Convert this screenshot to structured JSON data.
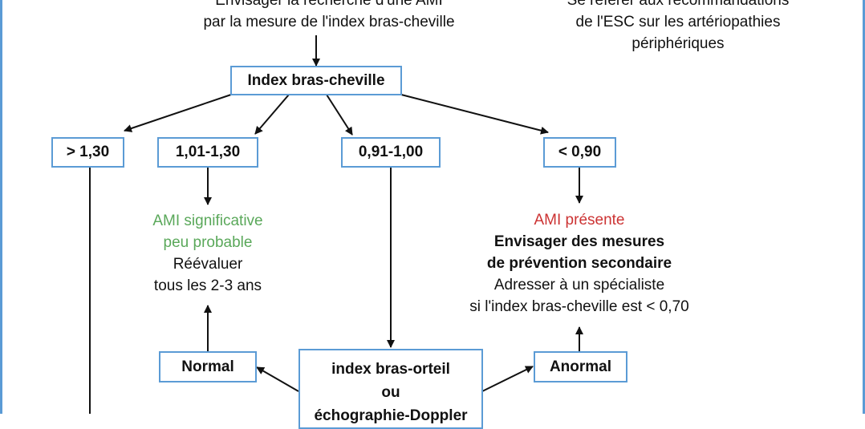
{
  "top_left_text": {
    "line1": "Envisager la recherche d'une AMI",
    "line2": "par la mesure de l'index bras-cheville"
  },
  "top_right_text": {
    "line1": "Se référer aux recommandations",
    "line2": "de l'ESC sur les artériopathies",
    "line3": "périphériques"
  },
  "root_node": "Index bras-cheville",
  "branches": {
    "b1": "> 1,30",
    "b2": "1,01-1,30",
    "b3": "0,91-1,00",
    "b4": "< 0,90"
  },
  "outcome_b2": {
    "line1": "AMI significative",
    "line2": "peu probable",
    "line3": "Réévaluer",
    "line4": "tous les 2-3 ans"
  },
  "outcome_b4": {
    "line1": "AMI présente",
    "line2": "Envisager des mesures",
    "line3": "de prévention secondaire",
    "line4": "Adresser à un spécialiste",
    "line5": "si l'index bras-cheville est < 0,70"
  },
  "test_node": {
    "line1": "index bras-orteil",
    "line2": "ou",
    "line3": "échographie-Doppler"
  },
  "result_normal": "Normal",
  "result_abnormal": "Anormal",
  "colors": {
    "box_border": "#5b9bd5",
    "positive_text": "#5aa85a",
    "alert_text": "#cc3333",
    "arrow": "#111111"
  }
}
